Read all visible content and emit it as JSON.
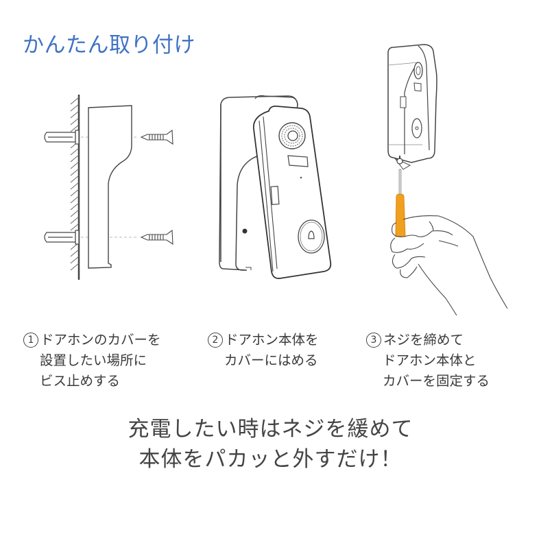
{
  "title": "かんたん取り付け",
  "colors": {
    "title_blue": "#3f73c4",
    "text_gray": "#3a3a3a",
    "line_gray": "#555555",
    "screwdriver_orange": "#f0a020"
  },
  "steps": [
    {
      "number": "1",
      "lines": [
        "ドアホンのカバーを",
        "設置したい場所に",
        "ビス止めする"
      ],
      "illustration": "wall-mount-cover-with-anchors-and-screws"
    },
    {
      "number": "2",
      "lines": [
        "ドアホン本体を",
        "カバーにはめる"
      ],
      "illustration": "doorbell-body-inserted-into-cover"
    },
    {
      "number": "3",
      "lines": [
        "ネジを締めて",
        "ドアホン本体と",
        "カバーを固定する"
      ],
      "illustration": "hand-tightening-screw-with-screwdriver"
    }
  ],
  "footer": {
    "lines": [
      "充電したい時はネジを緩めて",
      "本体をパカッと外すだけ！"
    ]
  }
}
